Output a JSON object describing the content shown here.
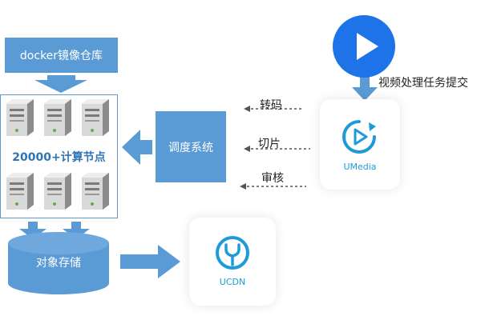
{
  "diagram": {
    "repo_label": "docker镜像仓库",
    "cluster_label": "20000+计算节点",
    "scheduler_label": "调度系统",
    "storage_label": "对象存储",
    "umedia_label": "UMedia",
    "ucdn_label": "UCDN",
    "submit_label": "视频处理任务提交",
    "operations": [
      "转码",
      "切片",
      "审核"
    ],
    "colors": {
      "box_blue": "#5b9bd5",
      "play_blue": "#1e73e8",
      "brand_cyan": "#1e9bd7"
    },
    "icons": [
      "play-icon",
      "server-icon",
      "umedia-logo-icon",
      "ucdn-logo-icon"
    ]
  }
}
